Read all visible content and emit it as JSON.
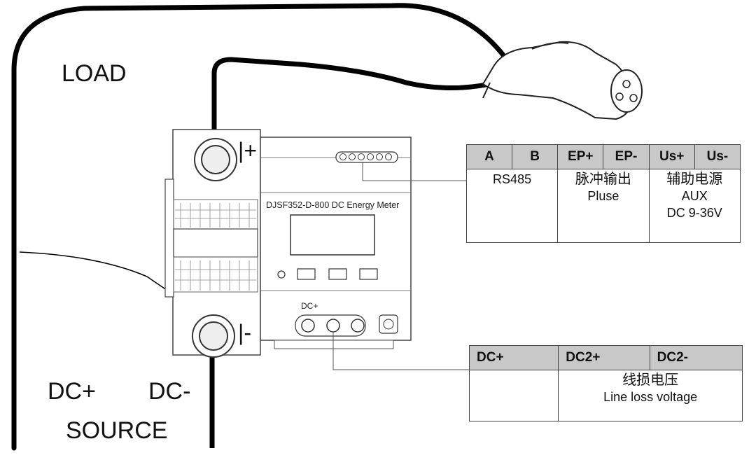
{
  "labels": {
    "load": "LOAD",
    "dc_plus": "DC+",
    "dc_minus": "DC-",
    "source": "SOURCE",
    "terminal_plus": "|+",
    "terminal_minus": "|-"
  },
  "meter": {
    "name": "DJSF352-D-800 DC Energy Meter",
    "dc_port_label": "DC+"
  },
  "top_table": {
    "headers": [
      "A",
      "B",
      "EP+",
      "EP-",
      "Us+",
      "Us-"
    ],
    "rs485": "RS485",
    "pulse_cn": "脉冲输出",
    "pulse_en": "Pluse",
    "aux_cn": "辅助电源",
    "aux_en": "AUX",
    "aux_range": "DC 9-36V"
  },
  "bottom_table": {
    "headers": [
      "DC+",
      "DC2+",
      "DC2-"
    ],
    "line_loss_cn": "线损电压",
    "line_loss_en": "Line loss voltage"
  }
}
